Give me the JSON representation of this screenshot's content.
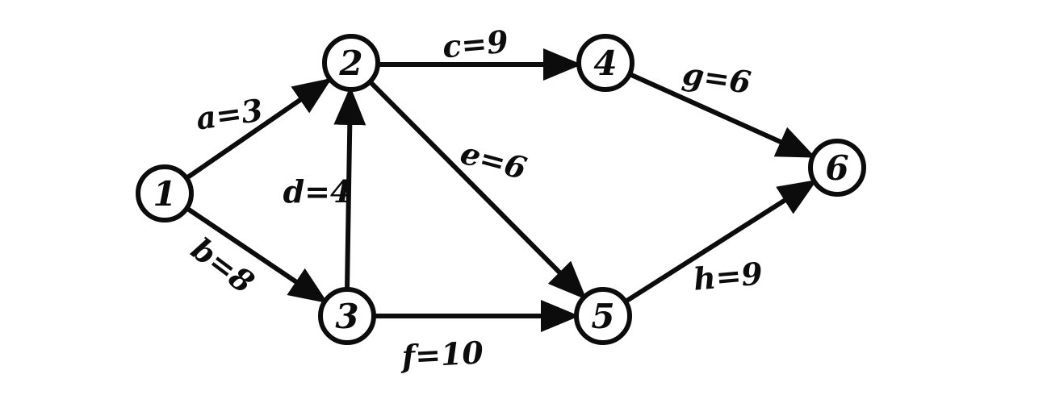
{
  "diagram": {
    "type": "directed-graph",
    "style": "hand-drawn",
    "background_color": "#ffffff",
    "ink_color": "#0c0c0c",
    "nodes": [
      {
        "id": "1",
        "label": "1"
      },
      {
        "id": "2",
        "label": "2"
      },
      {
        "id": "3",
        "label": "3"
      },
      {
        "id": "4",
        "label": "4"
      },
      {
        "id": "5",
        "label": "5"
      },
      {
        "id": "6",
        "label": "6"
      }
    ],
    "edges": [
      {
        "from": "1",
        "to": "2",
        "name": "a",
        "weight": 3,
        "label": "a=3"
      },
      {
        "from": "1",
        "to": "3",
        "name": "b",
        "weight": 8,
        "label": "b=8"
      },
      {
        "from": "2",
        "to": "4",
        "name": "c",
        "weight": 9,
        "label": "c=9"
      },
      {
        "from": "3",
        "to": "2",
        "name": "d",
        "weight": 4,
        "label": "d=4"
      },
      {
        "from": "2",
        "to": "5",
        "name": "e",
        "weight": 6,
        "label": "e=6"
      },
      {
        "from": "3",
        "to": "5",
        "name": "f",
        "weight": 10,
        "label": "f=10"
      },
      {
        "from": "4",
        "to": "6",
        "name": "g",
        "weight": 6,
        "label": "g=6"
      },
      {
        "from": "5",
        "to": "6",
        "name": "h",
        "weight": 9,
        "label": "h=9"
      }
    ]
  }
}
